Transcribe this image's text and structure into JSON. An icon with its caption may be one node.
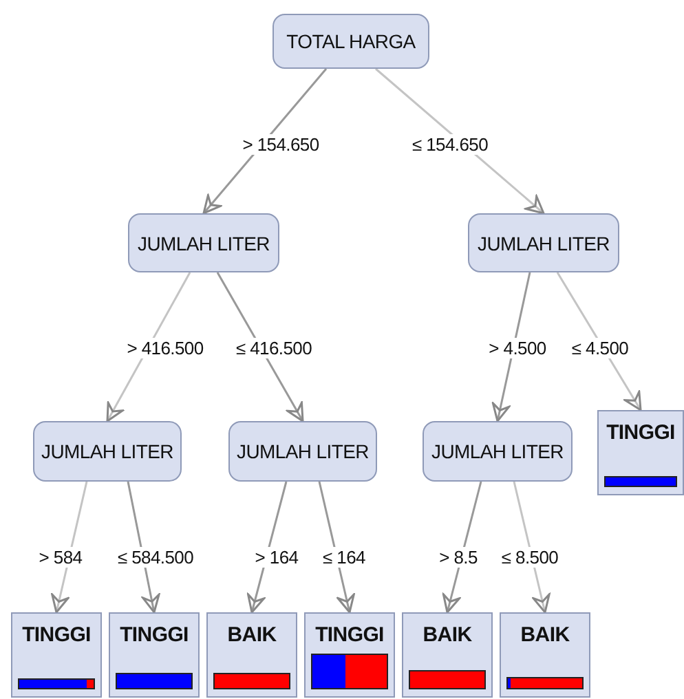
{
  "diagram": {
    "nodes": [
      {
        "text": [
          "TOTAL HARGA"
        ]
      },
      {
        "text": [
          "JUMLAH LITER"
        ]
      },
      {
        "text": [
          "JUMLAH LITER"
        ]
      },
      {
        "text": [
          "JUMLAH LITER"
        ]
      },
      {
        "text": [
          "JUMLAH LITER"
        ]
      },
      {
        "text": [
          "JUMLAH LITER"
        ]
      },
      {
        "text": [
          "TINGGI"
        ]
      },
      {
        "text": [
          "TINGGI"
        ]
      },
      {
        "text": [
          "TINGGI"
        ]
      },
      {
        "text": [
          "BAIK"
        ]
      },
      {
        "text": [
          "TINGGI"
        ]
      },
      {
        "text": [
          "BAIK"
        ]
      },
      {
        "text": [
          "BAIK"
        ]
      }
    ],
    "edges": [
      {
        "from": 0,
        "to": 1,
        "arrow": "to",
        "label": "> 154.650"
      },
      {
        "from": 0,
        "to": 2,
        "arrow": "to",
        "label": "≤ 154.650"
      },
      {
        "from": 1,
        "to": 3,
        "arrow": "to",
        "label": "> 416.500"
      },
      {
        "from": 1,
        "to": 4,
        "arrow": "to",
        "label": "≤ 416.500"
      },
      {
        "from": 2,
        "to": 5,
        "arrow": "to",
        "label": "> 4.500"
      },
      {
        "from": 2,
        "to": 6,
        "arrow": "to",
        "label": "≤ 4.500"
      },
      {
        "from": 3,
        "to": 7,
        "arrow": "to",
        "label": "> 584"
      },
      {
        "from": 3,
        "to": 8,
        "arrow": "to",
        "label": "≤ 584.500"
      },
      {
        "from": 4,
        "to": 9,
        "arrow": "to",
        "label": "> 164"
      },
      {
        "from": 4,
        "to": 10,
        "arrow": "to",
        "label": "≤ 164"
      },
      {
        "from": 5,
        "to": 11,
        "arrow": "to",
        "label": "> 8.5"
      },
      {
        "from": 5,
        "to": 12,
        "arrow": "to",
        "label": "≤ 8.500"
      }
    ]
  }
}
